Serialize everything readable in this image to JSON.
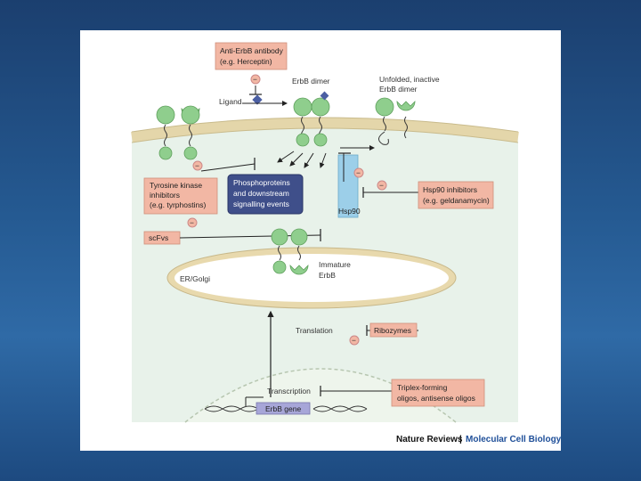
{
  "diagram": {
    "antibody_box": [
      "Anti-ErbB antibody",
      "(e.g. Herceptin)"
    ],
    "ligand_label": "Ligand",
    "dimer_label": "ErbB dimer",
    "unfolded_label": [
      "Unfolded, inactive",
      "ErbB dimer"
    ],
    "tki_box": [
      "Tyrosine kinase",
      "inhibitors",
      "(e.g. tyrphostins)"
    ],
    "phospho_box": [
      "Phosphoproteins",
      "and downstream",
      "signalling events"
    ],
    "scfvs_box": "scFvs",
    "hsp90_label": "Hsp90",
    "hsp90_inhib_box": [
      "Hsp90 inhibitors",
      "(e.g. geldanamycin)"
    ],
    "er_label": "ER/Golgi",
    "immature_label": [
      "Immature",
      "ErbB"
    ],
    "translation_label": "Translation",
    "ribozymes_box": "Ribozymes",
    "transcription_label": "Transcription",
    "gene_label": "ErbB gene",
    "triplex_box": [
      "Triplex-forming",
      "oligos, antisense oligos"
    ],
    "minus": "−"
  },
  "footer": {
    "publisher": "Nature Reviews",
    "separator": "|",
    "journal": "Molecular Cell Biology"
  },
  "colors": {
    "inhibitor_box": "#f2b7a4",
    "phospho_box": "#3f4f8a",
    "receptor": "#8fce8d",
    "membrane": "#e9ddb5",
    "cytoplasm": "#e8f2ea",
    "hsp90": "#9ccfe9",
    "gene": "#a7a6d8"
  }
}
